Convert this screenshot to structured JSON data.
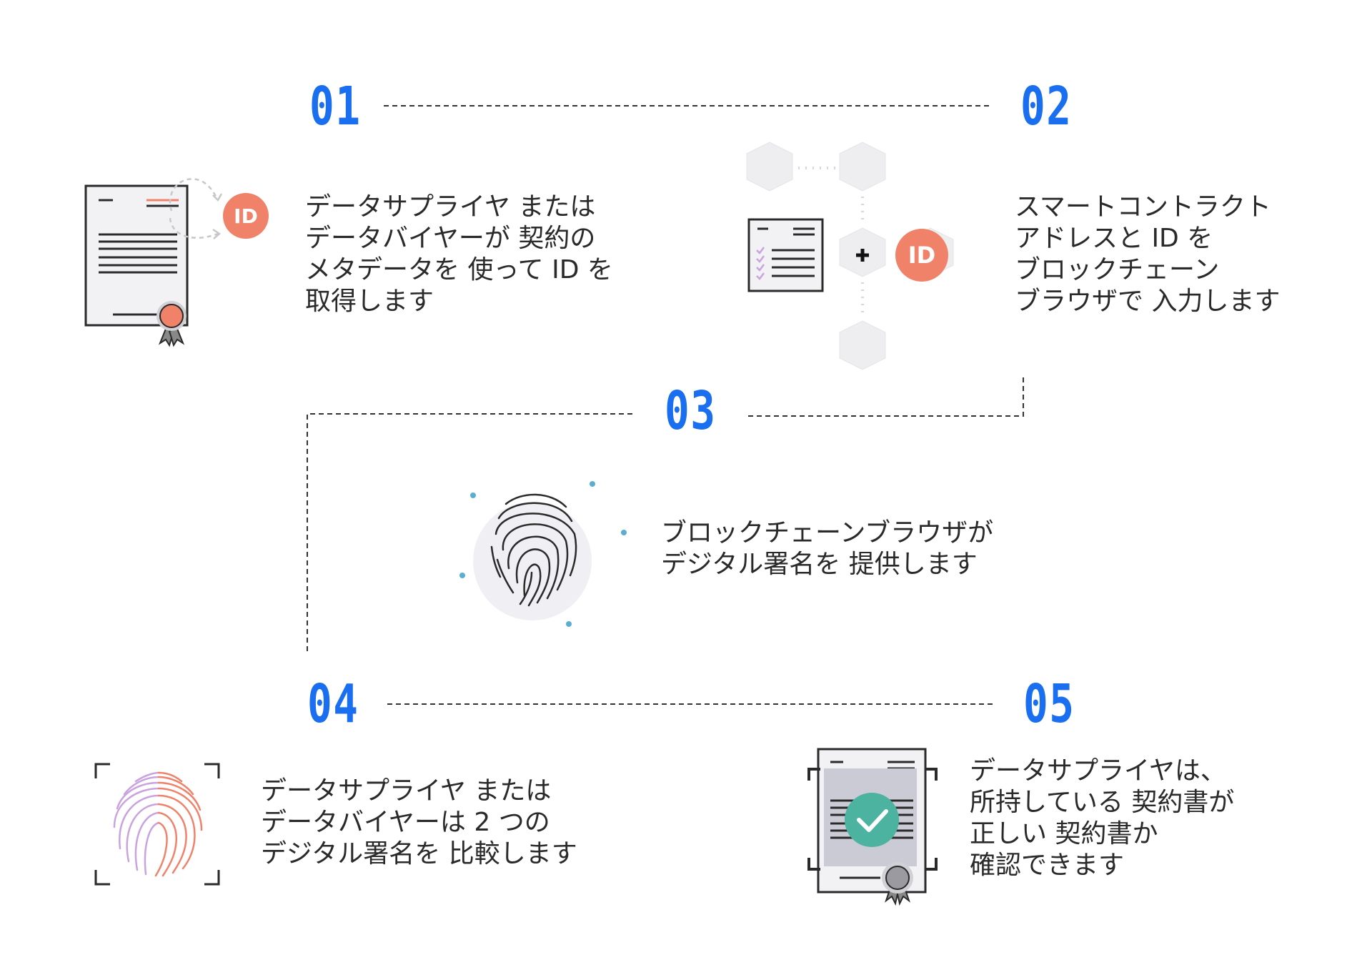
{
  "steps": [
    {
      "number": "01",
      "text": "データサプライヤ または\nデータバイヤーが 契約の\nメタデータを 使って ID を\n取得します",
      "badge": "ID"
    },
    {
      "number": "02",
      "text": "スマートコントラクト\nアドレスと ID を\nブロックチェーン\nブラウザで 入力します",
      "badge": "ID"
    },
    {
      "number": "03",
      "text": "ブロックチェーンブラウザが\nデジタル署名を 提供します"
    },
    {
      "number": "04",
      "text": "データサプライヤ または\nデータバイヤーは 2 つの\nデジタル署名を 比較します"
    },
    {
      "number": "05",
      "text": "データサプライヤは、\n所持している 契約書が\n正しい 契約書か\n確認できます"
    }
  ],
  "icons": {
    "step1": "certificate-document-icon",
    "step2": "blockchain-document-icon",
    "step3": "fingerprint-icon",
    "step4": "fingerprint-scan-icon",
    "step5": "verified-certificate-icon"
  },
  "colors": {
    "number": "#1a6ef0",
    "id_badge": "#f0826a",
    "check": "#4bb3a0",
    "dots": "#5aaed0"
  }
}
